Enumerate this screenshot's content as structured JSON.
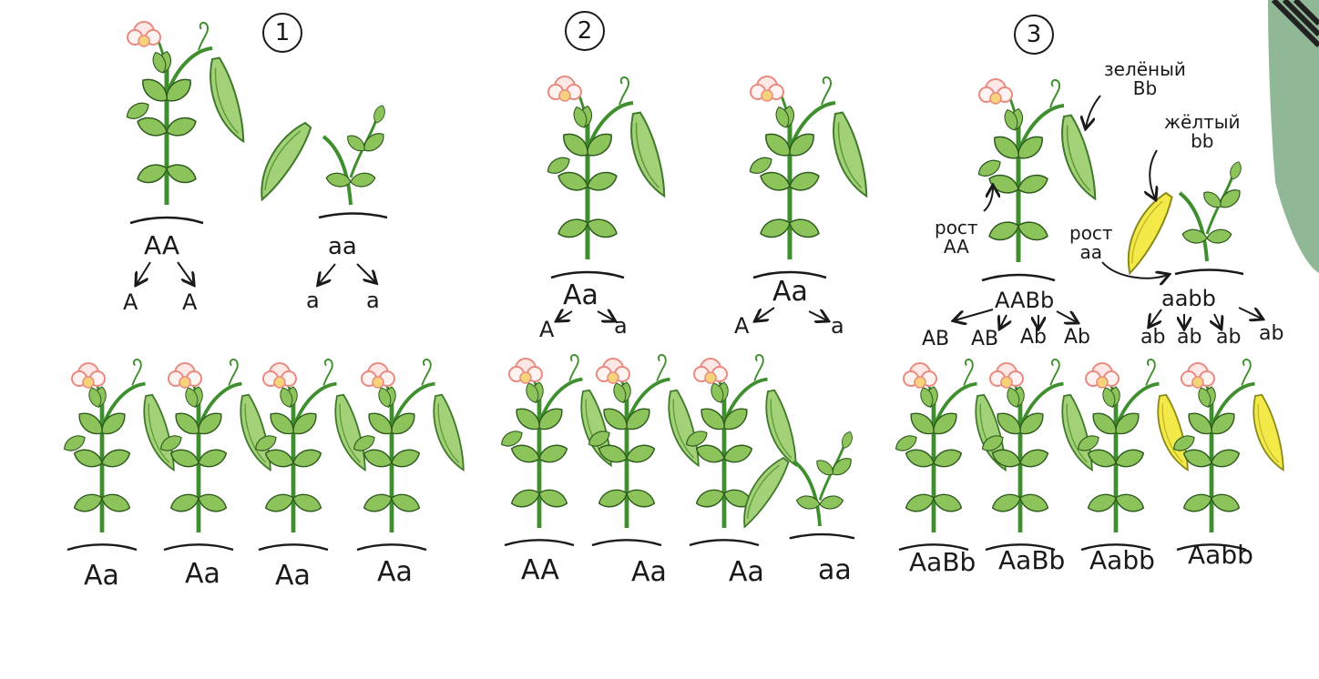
{
  "colors": {
    "stem": "#3f8f2e",
    "leaf": "#8cc35a",
    "leaf_dark": "#5e9a3a",
    "pod_green": "#a3d177",
    "pod_yellow": "#f3ea4a",
    "flower": "#f4a7a0",
    "ink": "#1a1a1a",
    "corner": "#90b896"
  },
  "icons": {
    "plant": "pea-plant-icon",
    "flower": "pea-flower-icon",
    "pod": "pea-pod-icon",
    "arrow": "arrow-icon"
  },
  "panel1": {
    "number": "1",
    "parent_left": {
      "genotype": "AA",
      "gametes": [
        "A",
        "A"
      ],
      "pod": "green",
      "tall": true
    },
    "parent_right": {
      "genotype": "aa",
      "gametes": [
        "a",
        "a"
      ],
      "pod": "green",
      "tall": false
    },
    "offspring": [
      {
        "genotype": "Aa"
      },
      {
        "genotype": "Aa"
      },
      {
        "genotype": "Aa"
      },
      {
        "genotype": "Aa"
      }
    ]
  },
  "panel2": {
    "number": "2",
    "parent_left": {
      "genotype": "Aa",
      "gametes": [
        "A",
        "a"
      ]
    },
    "parent_right": {
      "genotype": "Aa",
      "gametes": [
        "A",
        "a"
      ]
    },
    "offspring": [
      {
        "genotype": "AA"
      },
      {
        "genotype": "Aa"
      },
      {
        "genotype": "Aa"
      },
      {
        "genotype": "aa"
      }
    ]
  },
  "panel3": {
    "number": "3",
    "label_green": "зелёный\nBb",
    "label_yellow": "жёлтый\nbb",
    "label_growth_tall": "рост\nAA",
    "label_growth_short": "рост\naa",
    "parent_left": {
      "genotype": "AABb",
      "gametes": [
        "AB",
        "AB",
        "Ab",
        "Ab"
      ]
    },
    "parent_right": {
      "genotype": "aabb",
      "gametes": [
        "ab",
        "ab",
        "ab",
        "ab"
      ]
    },
    "offspring": [
      {
        "genotype": "AaBb",
        "pod": "green"
      },
      {
        "genotype": "AaBb",
        "pod": "green"
      },
      {
        "genotype": "Aabb",
        "pod": "yellow"
      },
      {
        "genotype": "Aabb",
        "pod": "yellow"
      }
    ]
  }
}
